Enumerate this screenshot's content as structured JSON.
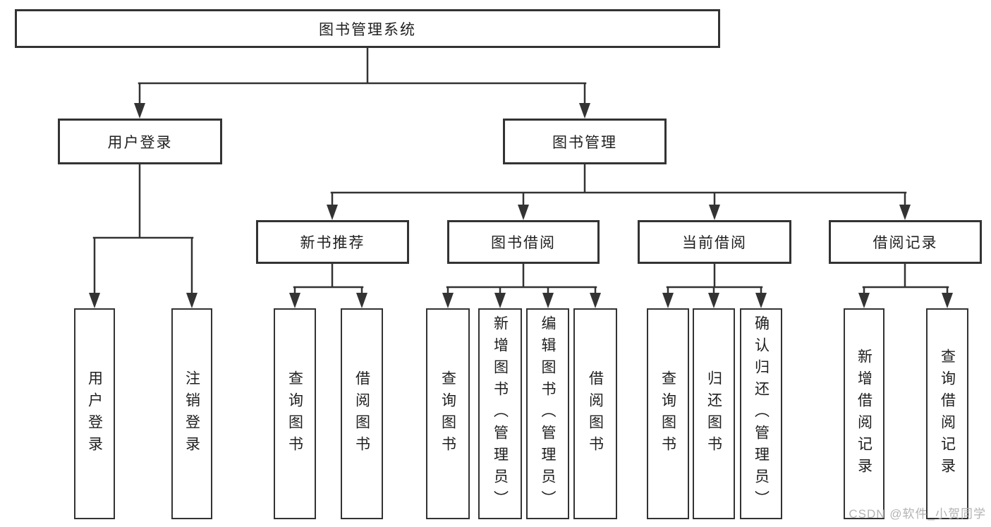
{
  "colors": {
    "background": "#ffffff",
    "line": "#333333",
    "box_border": "#333333",
    "text": "#1f1f1f",
    "watermark": "#b3b3b3"
  },
  "watermark": {
    "text": "CSDN @软件_小贺同学"
  },
  "tree": {
    "type": "function-structure-diagram",
    "root": {
      "label": "图书管理系统"
    },
    "branches": [
      {
        "label": "用户登录",
        "children": [
          {
            "label": "用户登录"
          },
          {
            "label": "注销登录"
          }
        ]
      },
      {
        "label": "图书管理",
        "children": [
          {
            "label": "新书推荐",
            "children": [
              {
                "label": "查询图书"
              },
              {
                "label": "借阅图书"
              }
            ]
          },
          {
            "label": "图书借阅",
            "children": [
              {
                "label": "查询图书"
              },
              {
                "label": "新增图书（管理员）"
              },
              {
                "label": "编辑图书（管理员）"
              },
              {
                "label": "借阅图书"
              }
            ]
          },
          {
            "label": "当前借阅",
            "children": [
              {
                "label": "查询图书"
              },
              {
                "label": "归还图书"
              },
              {
                "label": "确认归还（管理员）"
              }
            ]
          },
          {
            "label": "借阅记录",
            "children": [
              {
                "label": "新增借阅记录"
              },
              {
                "label": "查询借阅记录"
              }
            ]
          }
        ]
      }
    ]
  }
}
